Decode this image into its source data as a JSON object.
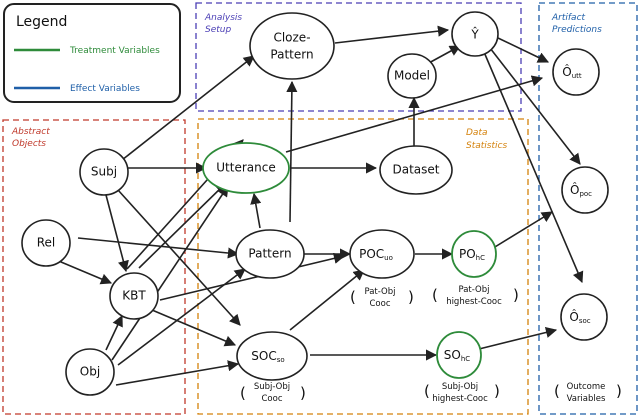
{
  "legend": {
    "title": "Legend",
    "treatment_label": "Treatment Variables",
    "effect_label": "Effect Variables",
    "treatment_color": "#2e8b3a",
    "effect_color": "#1f5fa8"
  },
  "regions": {
    "abstract_objects": {
      "line1": "Abstract",
      "line2": "Objects",
      "color": "#c0392b"
    },
    "analysis_setup": {
      "line1": "Analysis",
      "line2": "Setup",
      "color": "#4b3fb5"
    },
    "data_statistics": {
      "line1": "Data",
      "line2": "Statistics",
      "color": "#d4820c"
    },
    "artifact_predictions": {
      "line1": "Artifact",
      "line2": "Predictions",
      "color": "#1f5fa8"
    }
  },
  "nodes": {
    "subj": "Subj",
    "rel": "Rel",
    "kbt": "KBT",
    "obj": "Obj",
    "utterance": "Utterance",
    "pattern": "Pattern",
    "cloze_line1": "Cloze-",
    "cloze_line2": "Pattern",
    "dataset": "Dataset",
    "model": "Model",
    "yhat": "Ŷ",
    "poc_main": "POC",
    "poc_sub": "uo",
    "po_main": "PO",
    "po_sub": "hC",
    "soc_main": "SOC",
    "soc_sub": "so",
    "so_main": "SO",
    "so_sub": "hC",
    "outt_main": "Ô",
    "outt_sub": "utt",
    "opoc_main": "Ô",
    "opoc_sub": "poc",
    "osoc_main": "Ô",
    "osoc_sub": "soc"
  },
  "notes": {
    "poc_line1": "Pat-Obj",
    "poc_line2": "Cooc",
    "po_line1": "Pat-Obj",
    "po_line2": "highest-Cooc",
    "soc_line1": "Subj-Obj",
    "soc_line2": "Cooc",
    "so_line1": "Subj-Obj",
    "so_line2": "highest-Cooc",
    "outcome_line1": "Outcome",
    "outcome_line2": "Variables"
  }
}
